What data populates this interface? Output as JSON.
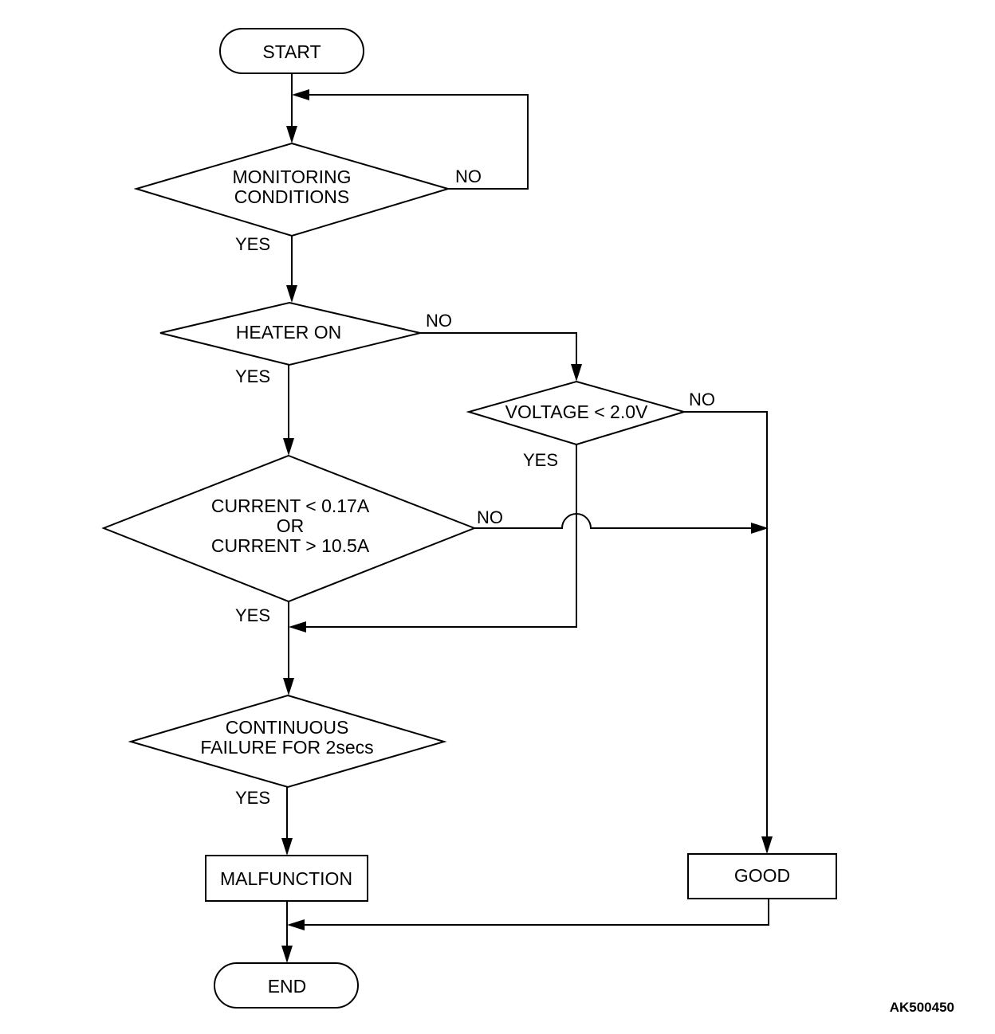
{
  "nodes": {
    "start": "START",
    "monitoring": [
      "MONITORING",
      "CONDITIONS"
    ],
    "heater": "HEATER ON",
    "voltage": "VOLTAGE < 2.0V",
    "current": [
      "CURRENT < 0.17A",
      "OR",
      "CURRENT > 10.5A"
    ],
    "continuous": [
      "CONTINUOUS",
      "FAILURE FOR 2secs"
    ],
    "malfunction": "MALFUNCTION",
    "good": "GOOD",
    "end": "END"
  },
  "labels": {
    "yes": "YES",
    "no": "NO"
  },
  "reference_code": "AK500450"
}
